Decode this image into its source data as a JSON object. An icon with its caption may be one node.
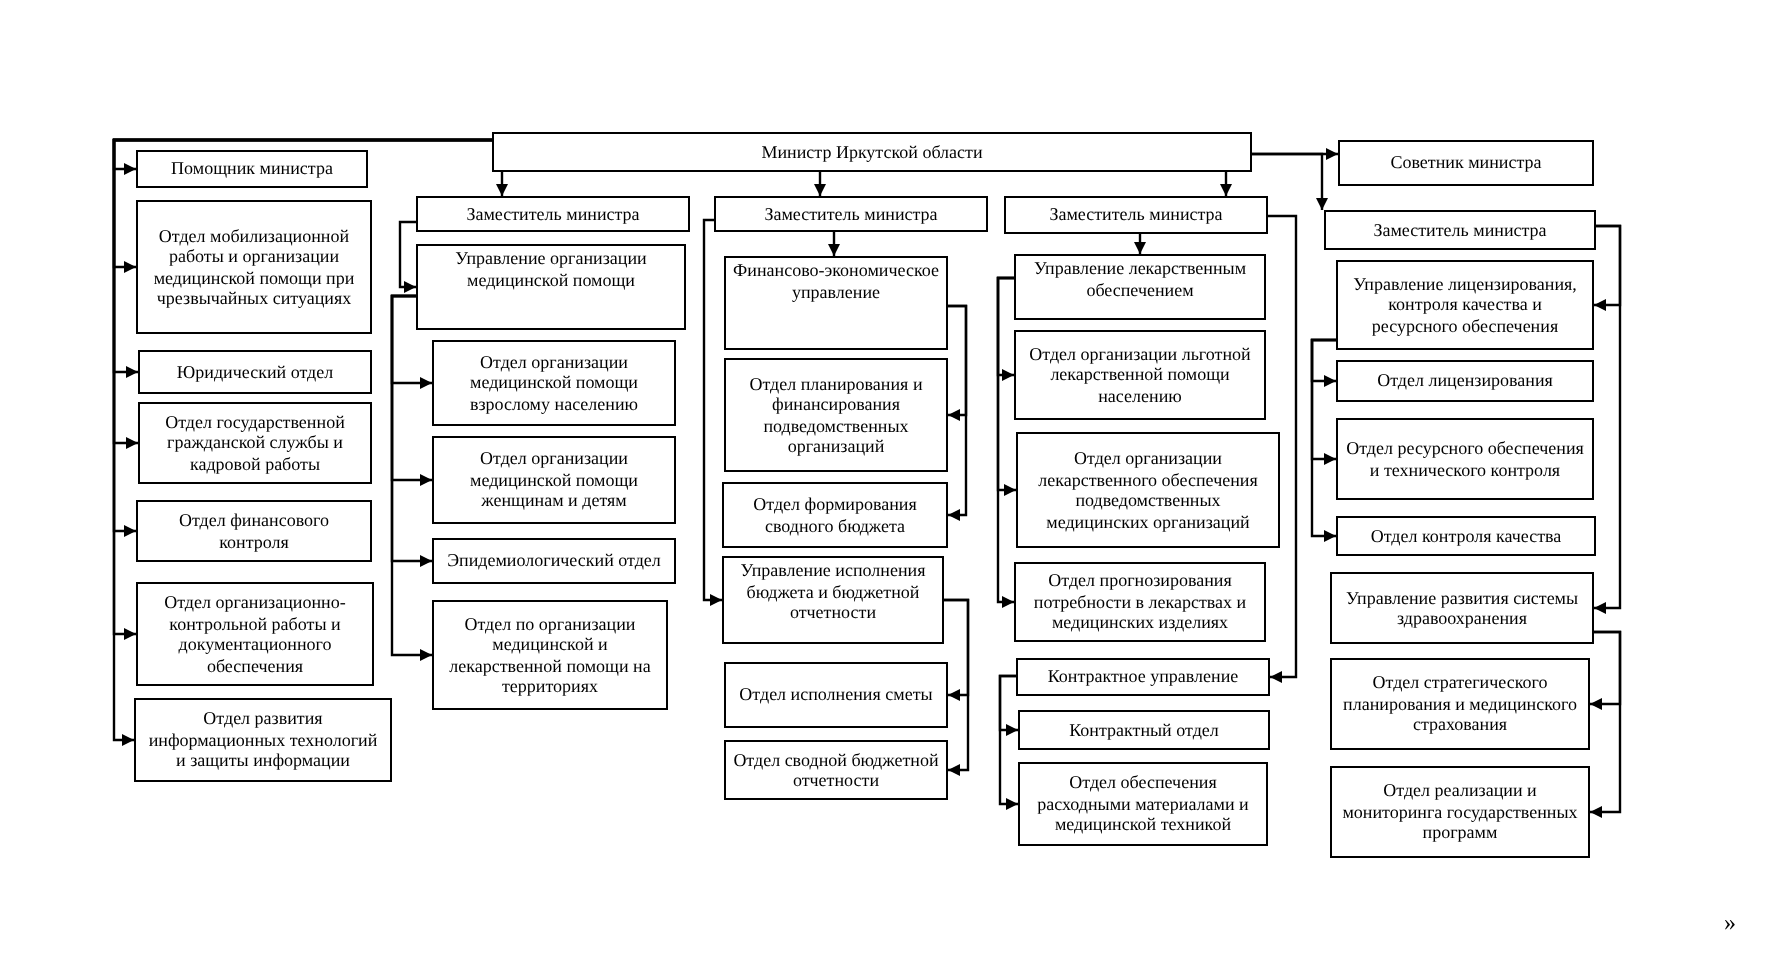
{
  "diagram": {
    "nodes": [
      {
        "text": [
          "Министр Иркутской области"
        ]
      },
      {
        "text": [
          "Помощник министра"
        ]
      },
      {
        "text": [
          "Отдел мобилизационной работы и организации медицинской помощи при чрезвычайных ситуациях"
        ]
      },
      {
        "text": [
          "Юридический отдел"
        ]
      },
      {
        "text": [
          "Отдел государственной гражданской службы и кадровой работы"
        ]
      },
      {
        "text": [
          "Отдел финансового контроля"
        ]
      },
      {
        "text": [
          "Отдел организационно-контрольной работы и документационного обеспечения"
        ]
      },
      {
        "text": [
          "Отдел развития информационных технологий и защиты информации"
        ]
      },
      {
        "text": [
          "Заместитель министра"
        ]
      },
      {
        "text": [
          "Управление организации медицинской помощи"
        ]
      },
      {
        "text": [
          "Отдел организации медицинской помощи взрослому населению"
        ]
      },
      {
        "text": [
          "Отдел организации медицинской помощи женщинам и детям"
        ]
      },
      {
        "text": [
          "Эпидемиологический отдел"
        ]
      },
      {
        "text": [
          "Отдел по организации медицинской и лекарственной помощи на территориях"
        ]
      },
      {
        "text": [
          "Заместитель министра"
        ]
      },
      {
        "text": [
          "Финансово-экономическое управление"
        ]
      },
      {
        "text": [
          "Отдел планирования и финансирования подведомственных организаций"
        ]
      },
      {
        "text": [
          "Отдел формирования сводного бюджета"
        ]
      },
      {
        "text": [
          "Управление исполнения бюджета и бюджетной отчетности"
        ]
      },
      {
        "text": [
          "Отдел исполнения сметы"
        ]
      },
      {
        "text": [
          "Отдел сводной бюджетной отчетности"
        ]
      },
      {
        "text": [
          "Заместитель министра"
        ]
      },
      {
        "text": [
          "Управление лекарственным обеспечением"
        ]
      },
      {
        "text": [
          "Отдел организации льготной лекарственной помощи населению"
        ]
      },
      {
        "text": [
          "Отдел организации лекарственного обеспечения подведомственных медицинских организаций"
        ]
      },
      {
        "text": [
          "Отдел прогнозирования потребности в лекарствах и медицинских изделиях"
        ]
      },
      {
        "text": [
          "Контрактное управление"
        ]
      },
      {
        "text": [
          "Контрактный отдел"
        ]
      },
      {
        "text": [
          "Отдел обеспечения расходными материалами и медицинской техникой"
        ]
      },
      {
        "text": [
          "Советник министра"
        ]
      },
      {
        "text": [
          "Заместитель министра"
        ]
      },
      {
        "text": [
          "Управление лицензирования, контроля качества и ресурсного обеспечения"
        ]
      },
      {
        "text": [
          "Отдел лицензирования"
        ]
      },
      {
        "text": [
          "Отдел ресурсного обеспечения и технического контроля"
        ]
      },
      {
        "text": [
          "Отдел контроля качества"
        ]
      },
      {
        "text": [
          "Управление развития системы здравоохранения"
        ]
      },
      {
        "text": [
          "Отдел стратегического планирования и медицинского страхования"
        ]
      },
      {
        "text": [
          "Отдел реализации и мониторинга государственных программ"
        ]
      }
    ],
    "edges": [
      {
        "from": 0,
        "to": 1,
        "arrow": "to"
      },
      {
        "from": 0,
        "to": 2,
        "arrow": "to"
      },
      {
        "from": 0,
        "to": 3,
        "arrow": "to"
      },
      {
        "from": 0,
        "to": 4,
        "arrow": "to"
      },
      {
        "from": 0,
        "to": 5,
        "arrow": "to"
      },
      {
        "from": 0,
        "to": 6,
        "arrow": "to"
      },
      {
        "from": 0,
        "to": 7,
        "arrow": "to"
      },
      {
        "from": 0,
        "to": 8,
        "arrow": "to"
      },
      {
        "from": 8,
        "to": 9,
        "arrow": "to"
      },
      {
        "from": 9,
        "to": 10,
        "arrow": "to"
      },
      {
        "from": 9,
        "to": 11,
        "arrow": "to"
      },
      {
        "from": 9,
        "to": 12,
        "arrow": "to"
      },
      {
        "from": 9,
        "to": 13,
        "arrow": "to"
      },
      {
        "from": 0,
        "to": 14,
        "arrow": "to"
      },
      {
        "from": 14,
        "to": 15,
        "arrow": "to"
      },
      {
        "from": 15,
        "to": 16,
        "arrow": "to"
      },
      {
        "from": 15,
        "to": 17,
        "arrow": "to"
      },
      {
        "from": 14,
        "to": 18,
        "arrow": "to"
      },
      {
        "from": 18,
        "to": 19,
        "arrow": "to"
      },
      {
        "from": 18,
        "to": 20,
        "arrow": "to"
      },
      {
        "from": 0,
        "to": 21,
        "arrow": "to"
      },
      {
        "from": 21,
        "to": 22,
        "arrow": "to"
      },
      {
        "from": 22,
        "to": 23,
        "arrow": "to"
      },
      {
        "from": 22,
        "to": 24,
        "arrow": "to"
      },
      {
        "from": 22,
        "to": 25,
        "arrow": "to"
      },
      {
        "from": 21,
        "to": 26,
        "arrow": "to"
      },
      {
        "from": 26,
        "to": 27,
        "arrow": "to"
      },
      {
        "from": 26,
        "to": 28,
        "arrow": "to"
      },
      {
        "from": 0,
        "to": 29,
        "arrow": "to"
      },
      {
        "from": 0,
        "to": 30,
        "arrow": "to"
      },
      {
        "from": 30,
        "to": 31,
        "arrow": "to"
      },
      {
        "from": 31,
        "to": 32,
        "arrow": "to"
      },
      {
        "from": 31,
        "to": 33,
        "arrow": "to"
      },
      {
        "from": 31,
        "to": 34,
        "arrow": "to"
      },
      {
        "from": 30,
        "to": 35,
        "arrow": "to"
      },
      {
        "from": 35,
        "to": 36,
        "arrow": "to"
      },
      {
        "from": 35,
        "to": 37,
        "arrow": "to"
      }
    ],
    "labels": [
      "»"
    ]
  }
}
